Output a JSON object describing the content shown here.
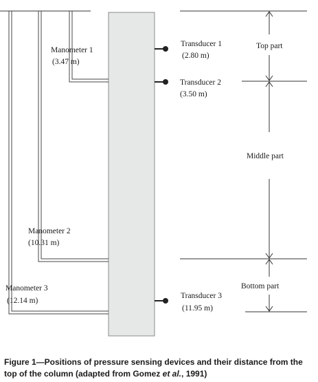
{
  "manometers": [
    {
      "label": "Manometer 1",
      "distance": "(3.47 m)"
    },
    {
      "label": "Manometer 2",
      "distance": "(10.31 m)"
    },
    {
      "label": "Manometer 3",
      "distance": "(12.14 m)"
    }
  ],
  "transducers": [
    {
      "label": "Transducer 1",
      "distance": "(2.80 m)"
    },
    {
      "label": "Transducer 2",
      "distance": "(3.50 m)"
    },
    {
      "label": "Transducer 3",
      "distance": "(11.95 m)"
    }
  ],
  "parts": {
    "top": "Top part",
    "middle": "Middle part",
    "bottom": "Bottom part"
  },
  "caption": {
    "prefix": "Figure 1—Positions of pressure sensing devices and their distance from the top of the column (adapted from Gomez ",
    "etal": "et al.",
    "suffix": ", 1991)"
  }
}
